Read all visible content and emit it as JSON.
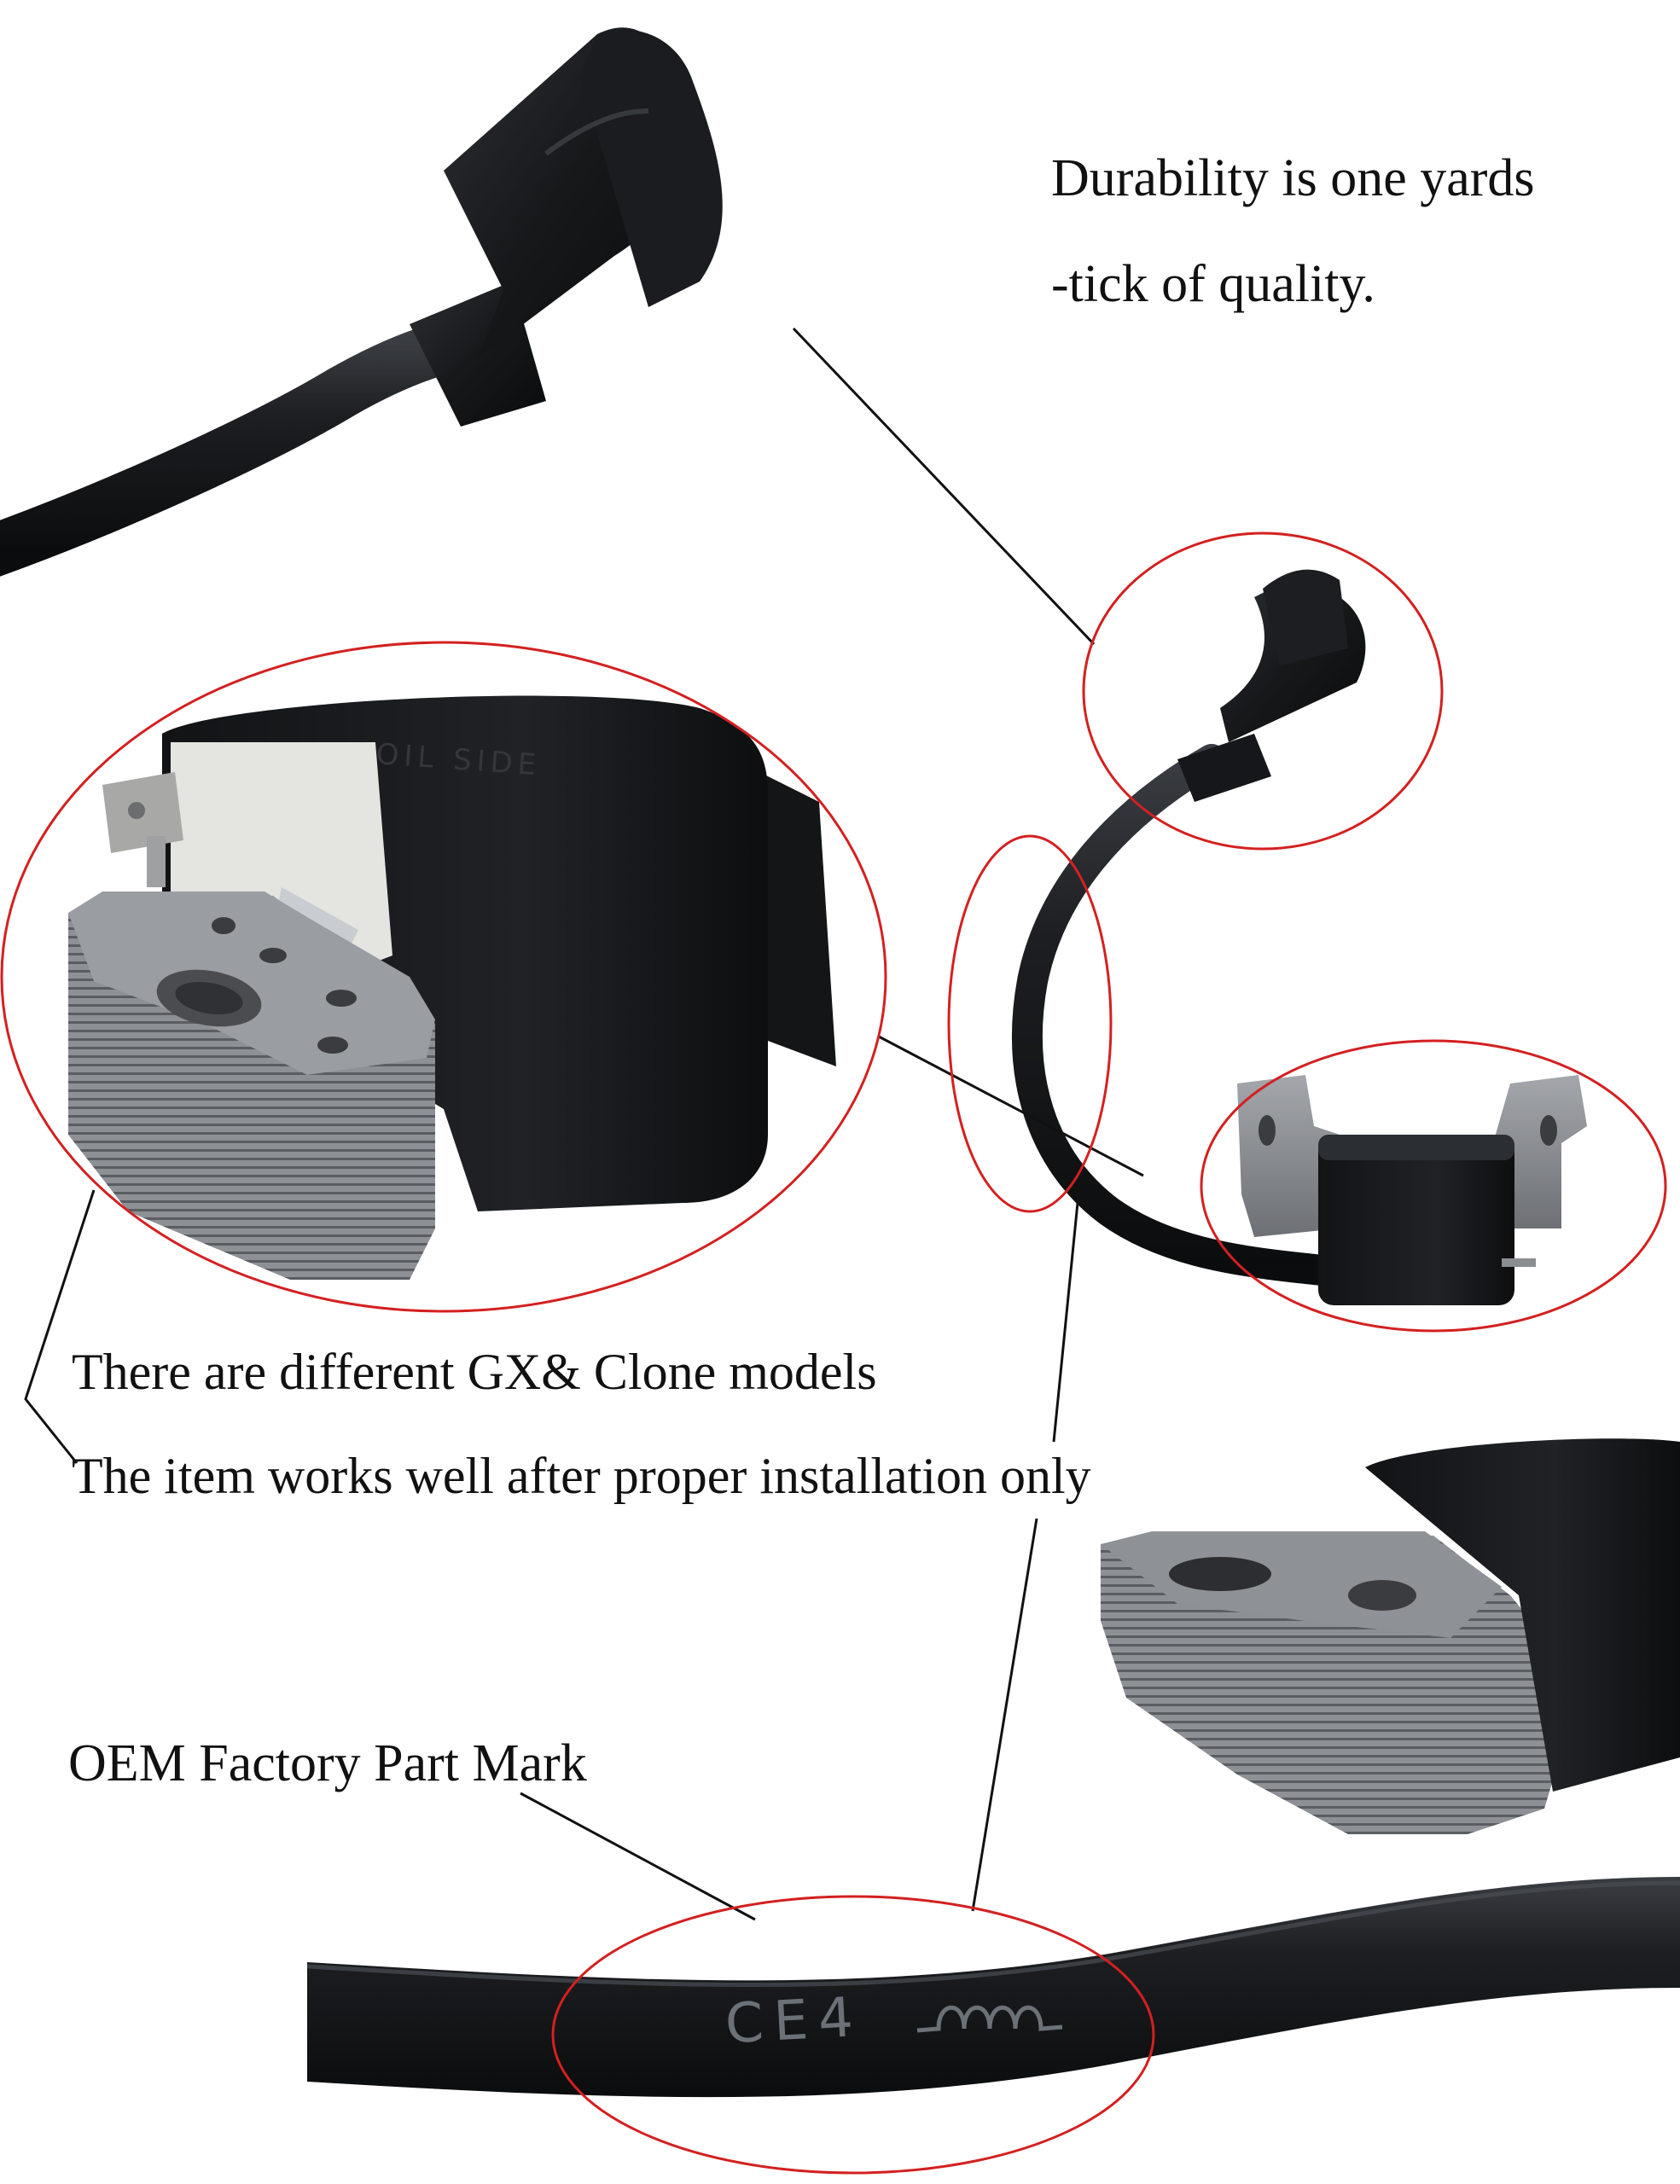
{
  "captions": {
    "durability_line1": "Durability is one yards",
    "durability_line2": "-tick  of quality.",
    "models": "There are different GX& Clone  models",
    "installation": "The item works well after  proper  installation only",
    "oem_mark": "OEM Factory Part Mark"
  },
  "cable_marking": {
    "text": "CE4"
  },
  "colors": {
    "background": "#ffffff",
    "callout_circle": "#d42020",
    "leader_line": "#111111",
    "cable": "#1b1d20",
    "lamination": "#8c8f93",
    "insulator": "#e6e6e2"
  }
}
